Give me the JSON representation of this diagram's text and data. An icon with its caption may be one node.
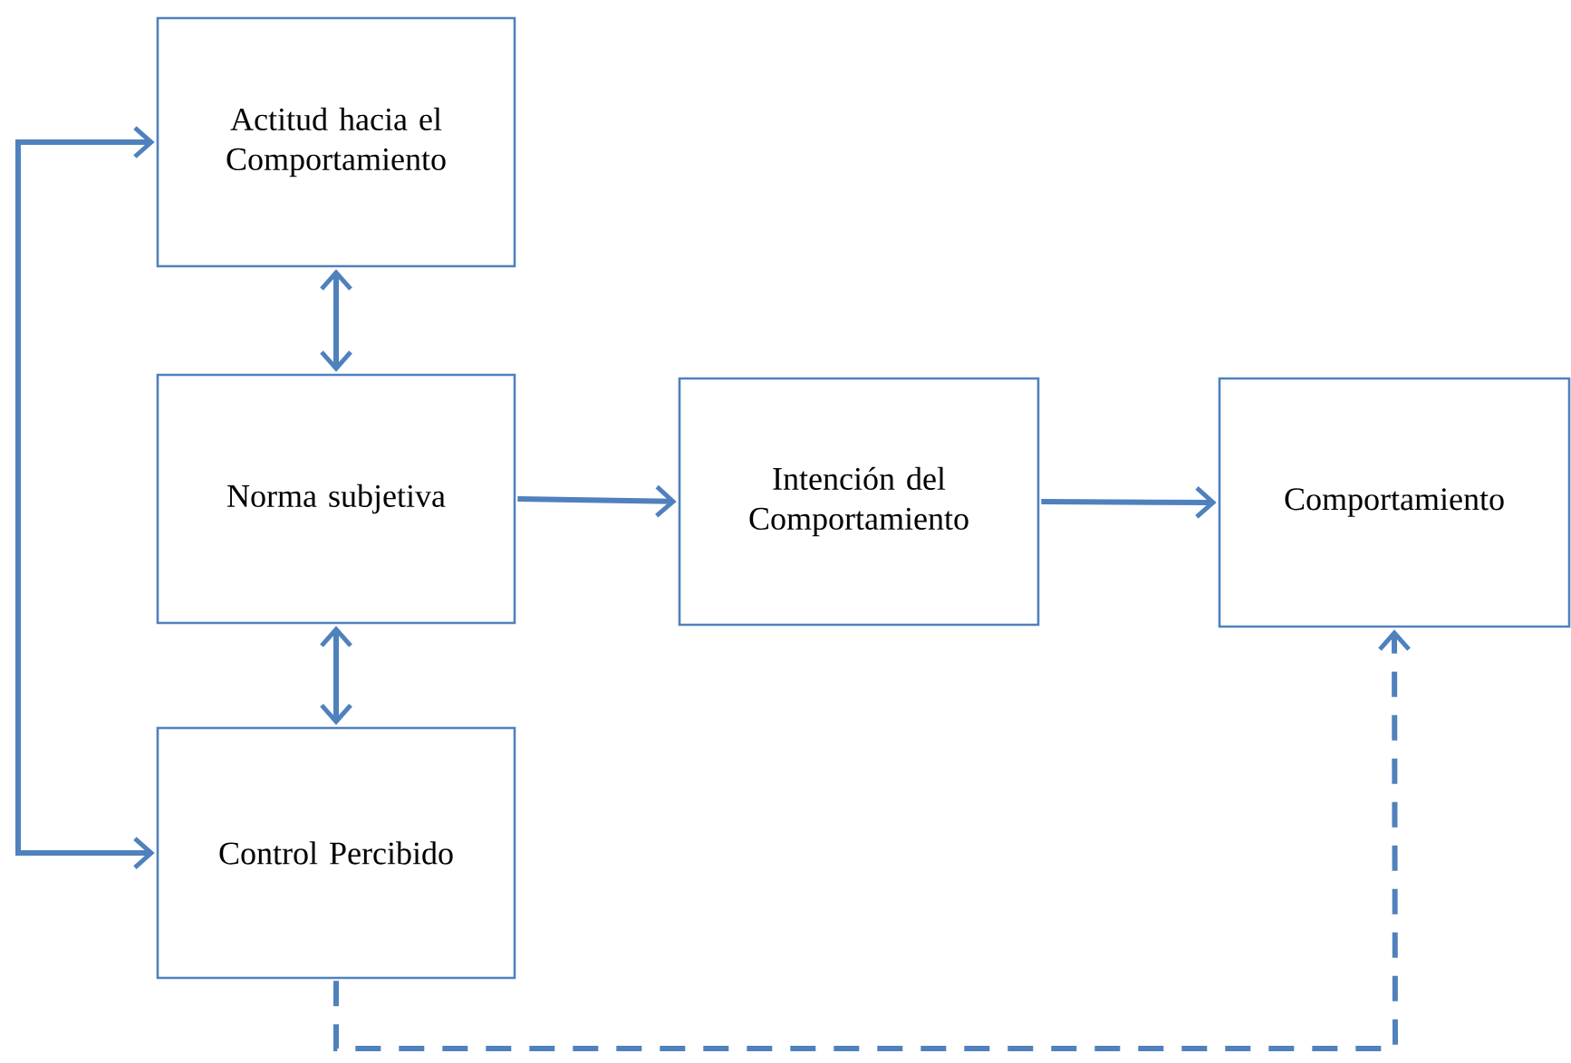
{
  "diagram": {
    "nodes": [
      {
        "text": [
          "Actitud hacia el Comportamiento"
        ]
      },
      {
        "text": [
          "Norma subjetiva"
        ]
      },
      {
        "text": [
          "Control Percibido"
        ]
      },
      {
        "text": [
          "Intención del Comportamiento"
        ]
      },
      {
        "text": [
          "Comportamiento"
        ]
      }
    ],
    "edges": [
      {
        "from": 0,
        "to": 1,
        "arrow": "both"
      },
      {
        "from": 1,
        "to": 2,
        "arrow": "both"
      },
      {
        "from": 1,
        "to": 3,
        "arrow": "to"
      },
      {
        "from": 3,
        "to": 4,
        "arrow": "to"
      },
      {
        "from": 0,
        "to": 2,
        "arrow": "both"
      },
      {
        "from": 2,
        "to": 4,
        "arrow": "to",
        "style": "dashed"
      }
    ]
  }
}
